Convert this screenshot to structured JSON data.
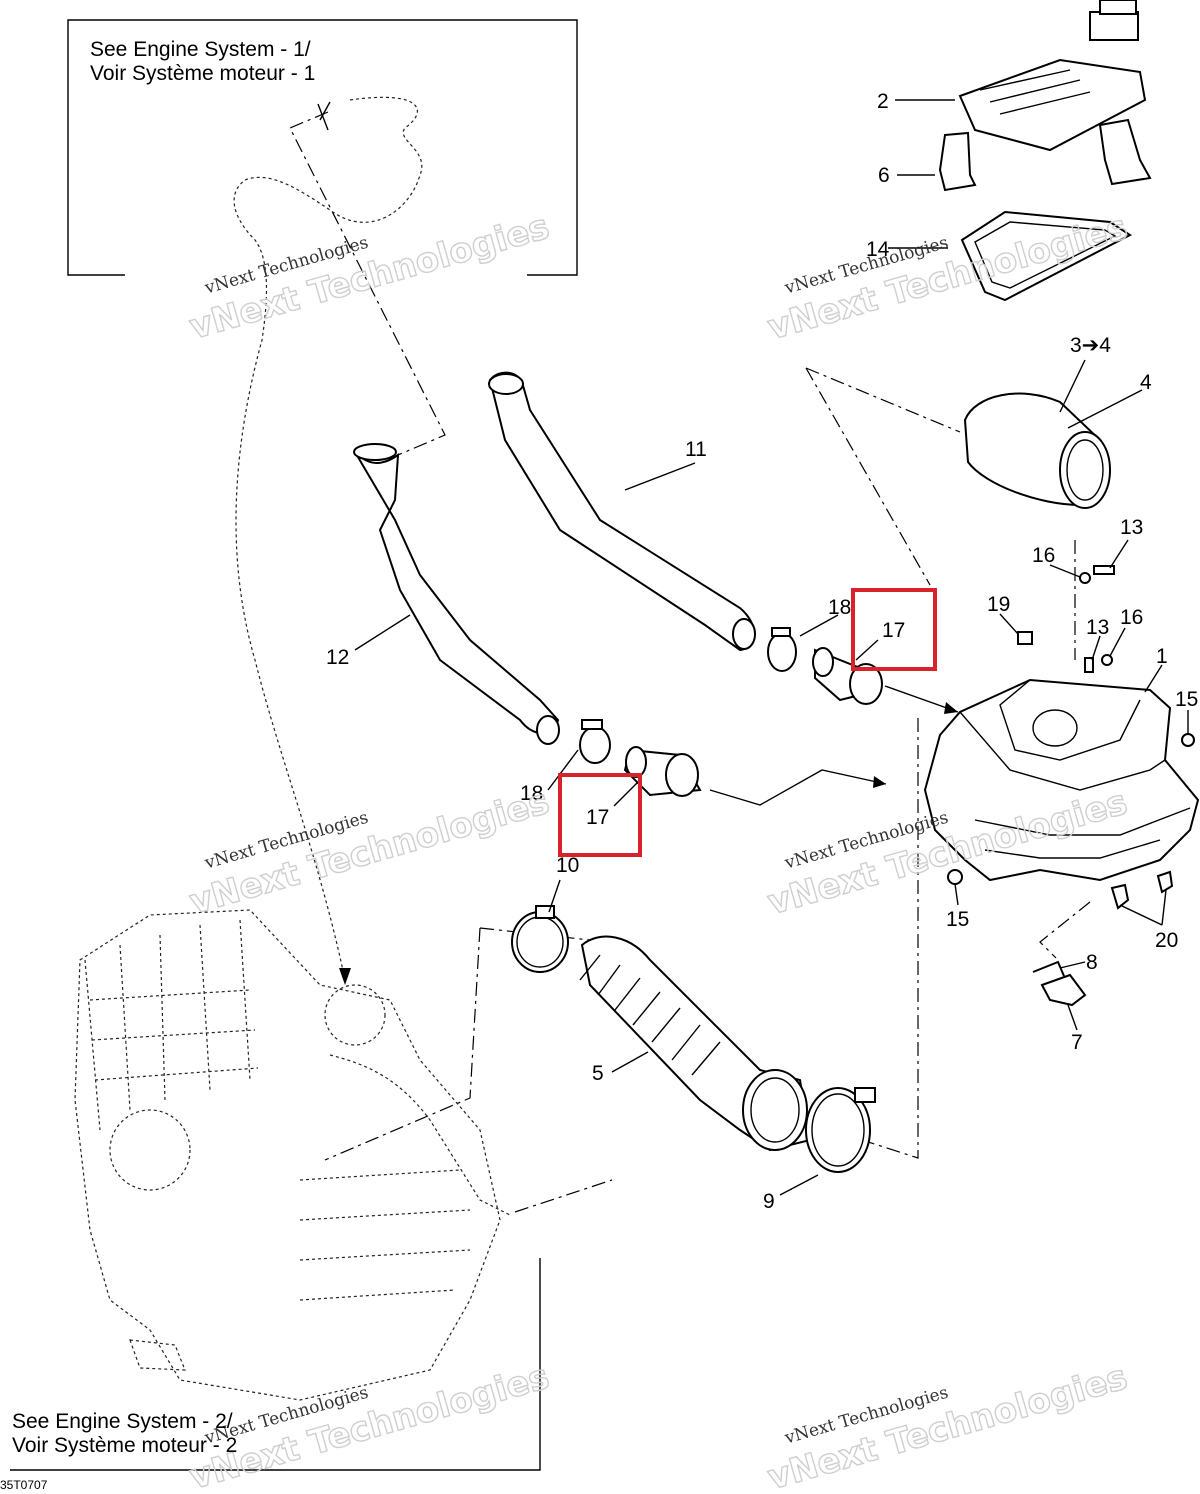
{
  "notes": {
    "top_left_line1": "See Engine System - 1/",
    "top_left_line2": "Voir Système moteur - 1",
    "bottom_left_line1": "See Engine System - 2/",
    "bottom_left_line2": "Voir Système moteur - 2"
  },
  "drawing_code": "35T0707",
  "watermark": {
    "line1": "vNext Technologies",
    "line2": "vNext Technologies"
  },
  "callouts": {
    "c1": "1",
    "c2": "2",
    "c3_4": "3➔4",
    "c4": "4",
    "c5": "5",
    "c6": "6",
    "c7": "7",
    "c8": "8",
    "c9": "9",
    "c10": "10",
    "c11": "11",
    "c12": "12",
    "c13a": "13",
    "c13b": "13",
    "c14": "14",
    "c15a": "15",
    "c15b": "15",
    "c16a": "16",
    "c16b": "16",
    "c17a": "17",
    "c17b": "17",
    "c18a": "18",
    "c18b": "18",
    "c19": "19",
    "c20": "20"
  },
  "highlight_color": "#d8232a"
}
